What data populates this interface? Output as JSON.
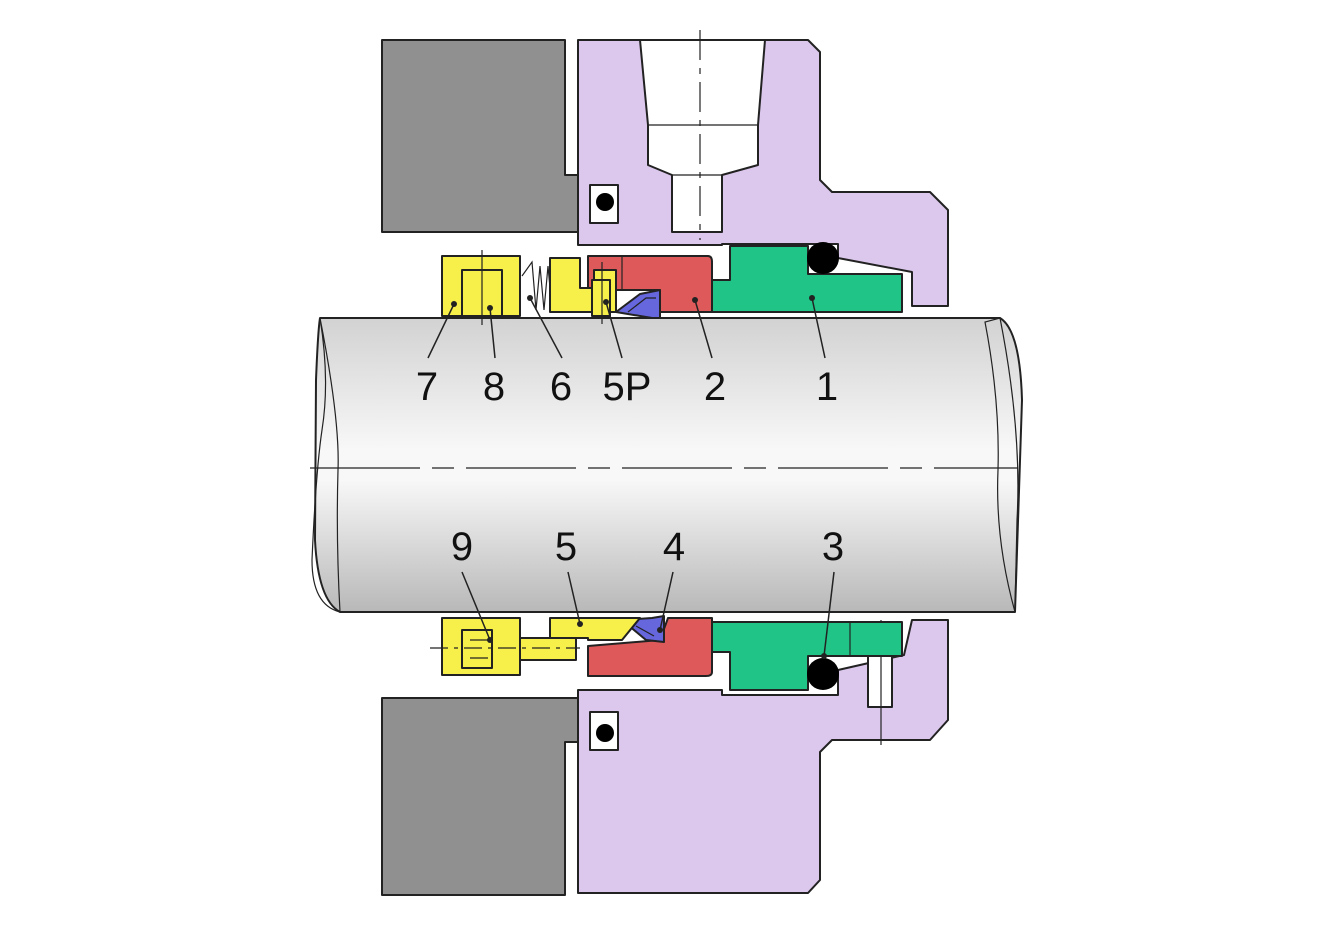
{
  "colors": {
    "housing": "#909090",
    "gland": "#dcc8ec",
    "stationary_seat": "#1fc486",
    "rotating_face": "#de5a5a",
    "metal_parts": "#f8f04a",
    "wedge": "#6666dd",
    "oring": "#000000"
  },
  "labels": {
    "l1": "1",
    "l2": "2",
    "l3": "3",
    "l4": "4",
    "l5": "5",
    "l5p": "5P",
    "l6": "6",
    "l7": "7",
    "l8": "8",
    "l9": "9"
  }
}
